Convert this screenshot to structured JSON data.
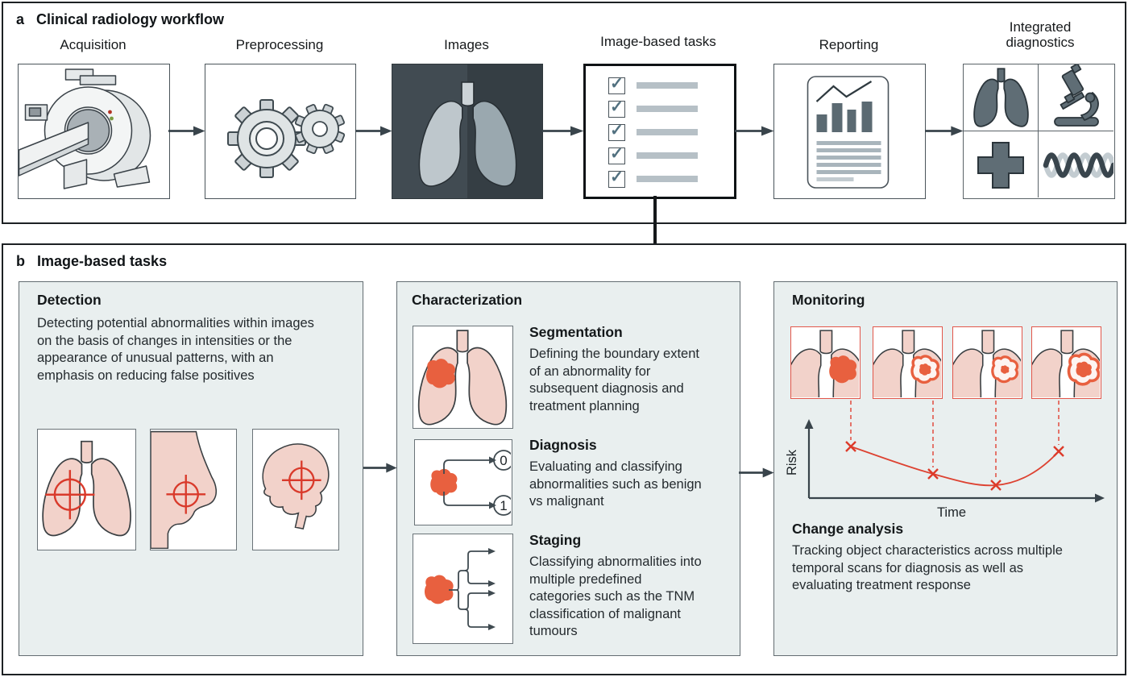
{
  "panel_a": {
    "label": "a",
    "title": "Clinical radiology workflow",
    "stages": [
      {
        "label": "Acquisition",
        "icon": "mri-scanner-icon"
      },
      {
        "label": "Preprocessing",
        "icon": "gears-icon"
      },
      {
        "label": "Images",
        "icon": "lung-xray-image"
      },
      {
        "label": "Image-based tasks",
        "icon": "task-checklist"
      },
      {
        "label": "Reporting",
        "icon": "report-document-icon"
      },
      {
        "label": "Integrated diagnostics",
        "icons": [
          "lungs-icon",
          "microscope-icon",
          "medical-cross-icon",
          "dna-icon"
        ]
      }
    ],
    "checklist": {
      "rows": 5,
      "check_glyph": "✓"
    }
  },
  "panel_b": {
    "label": "b",
    "title": "Image-based tasks",
    "detection": {
      "title": "Detection",
      "description": "Detecting potential abnormalities within images on the basis of changes in intensities or the appearance of unusual patterns, with an emphasis on reducing false positives",
      "images": [
        "lungs-crosshair",
        "breast-crosshair",
        "brain-crosshair"
      ]
    },
    "characterization": {
      "title": "Characterization",
      "items": [
        {
          "title": "Segmentation",
          "description": "Defining the boundary extent of an abnormality for subsequent diagnosis and treatment planning",
          "icon": "lungs-tumour-segmented"
        },
        {
          "title": "Diagnosis",
          "description": "Evaluating and classifying abnormalities such as benign vs malignant",
          "icon": "tumour-binary-classifier",
          "class_labels": [
            "0",
            "1"
          ]
        },
        {
          "title": "Staging",
          "description": "Classifying abnormalities into multiple predefined categories such as the TNM classification of malignant tumours",
          "icon": "tumour-multiclass-tree"
        }
      ]
    },
    "monitoring": {
      "title": "Monitoring",
      "scans": [
        "lung-scan-tumour-solid",
        "lung-scan-tumour-ring",
        "lung-scan-tumour-ring-small",
        "lung-scan-tumour-ring-regrowth"
      ],
      "chart": {
        "type": "line",
        "ylabel": "Risk",
        "xlabel": "Time",
        "x": [
          1,
          2,
          3,
          4
        ],
        "risk_relative": [
          0.65,
          0.33,
          0.18,
          0.58
        ],
        "marker": "x",
        "grid": false
      },
      "change_analysis": {
        "title": "Change analysis",
        "description": "Tracking object characteristics across multiple temporal scans for diagnosis as well as evaluating treatment response"
      }
    }
  },
  "colors": {
    "accent_red": "#d93a2b",
    "monitor_red": "#e2564a",
    "tumour_orange": "#e8603f",
    "organ_pink": "#f2d2ca",
    "slate_icon": "#5f6d75",
    "arrow_slate": "#39444b",
    "panel_box_bg": "#e9efef",
    "xray_bg_left": "#414b52",
    "xray_bg_right": "#353e44"
  }
}
